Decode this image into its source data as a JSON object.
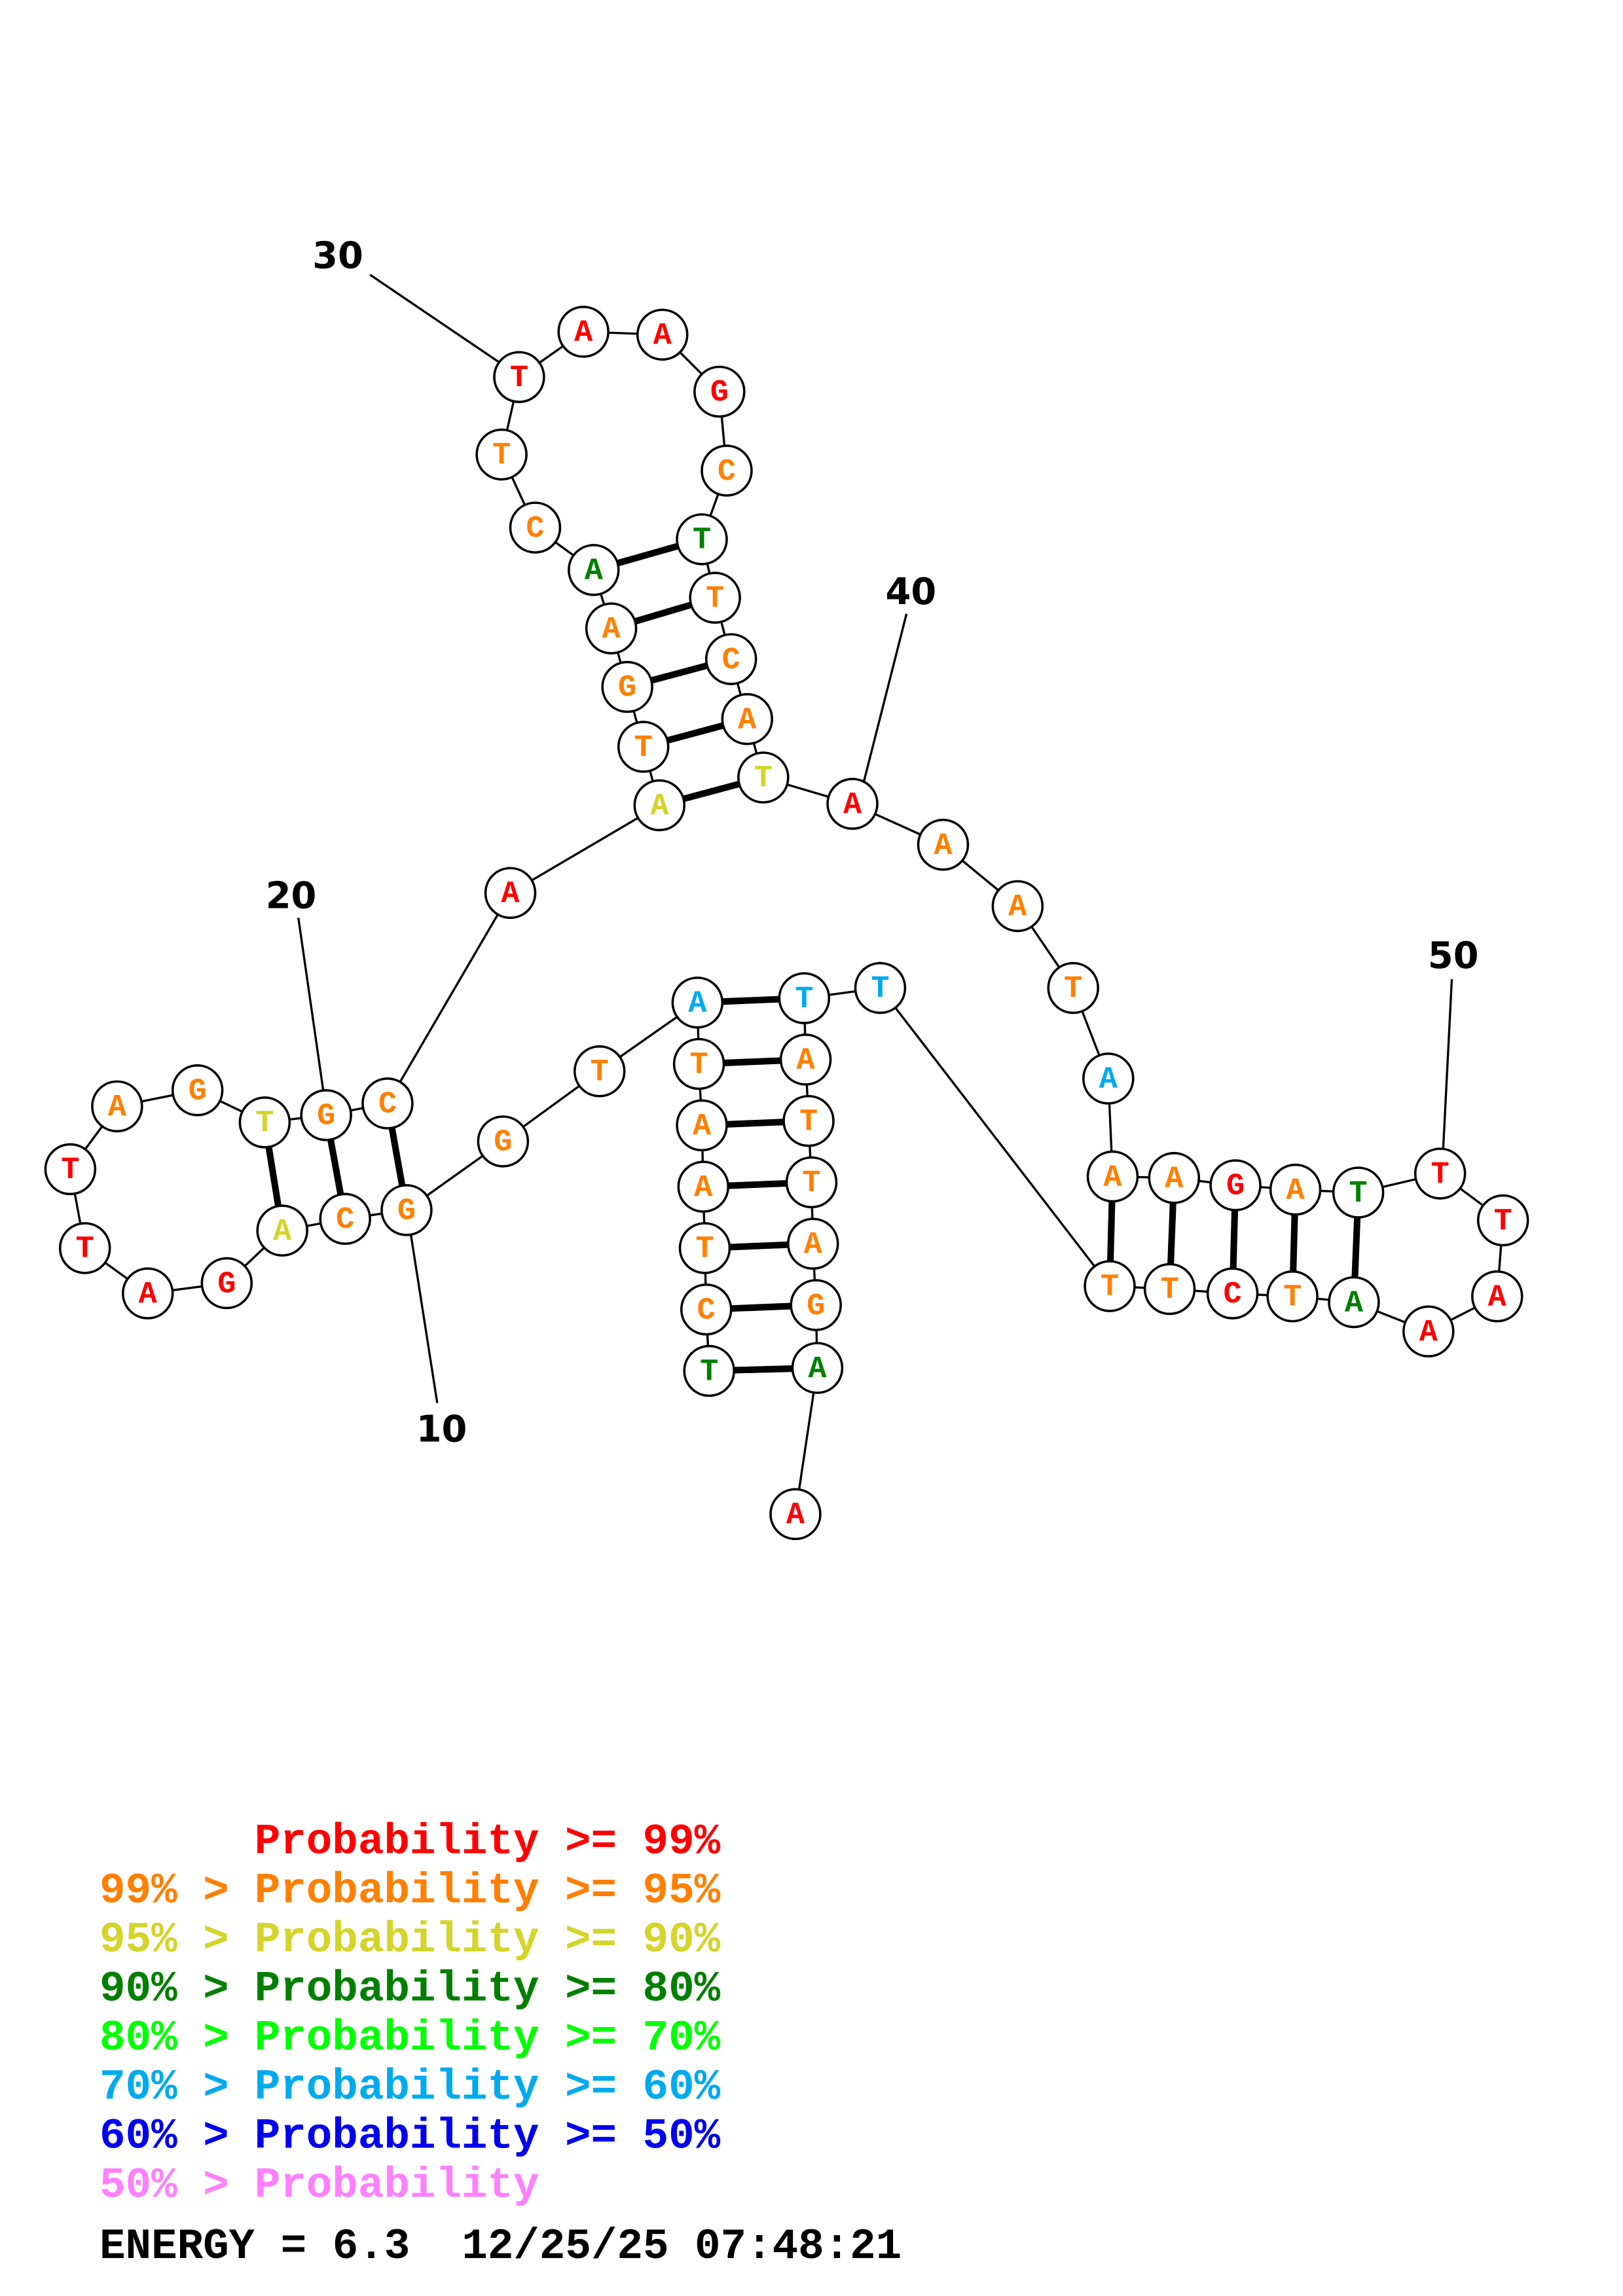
{
  "structure": {
    "sequence": [
      "T",
      "C",
      "T",
      "A",
      "A",
      "T",
      "A",
      "T",
      "G",
      "G",
      "C",
      "A",
      "G",
      "A",
      "T",
      "T",
      "A",
      "G",
      "T",
      "G",
      "C",
      "A",
      "A",
      "T",
      "G",
      "A",
      "A",
      "C",
      "T",
      "T",
      "A",
      "A",
      "G",
      "C",
      "T",
      "T",
      "C",
      "A",
      "T",
      "A",
      "A",
      "A",
      "T",
      "A",
      "A",
      "A",
      "G",
      "A",
      "T",
      "T",
      "T",
      "A",
      "A",
      "A",
      "T",
      "C",
      "T",
      "T",
      "T",
      "T",
      "A",
      "T",
      "T",
      "A",
      "G",
      "A",
      "A"
    ],
    "probability_class": [
      3,
      1,
      1,
      1,
      1,
      1,
      5,
      1,
      1,
      1,
      1,
      2,
      0,
      0,
      0,
      0,
      1,
      1,
      2,
      1,
      1,
      0,
      2,
      1,
      1,
      1,
      3,
      1,
      1,
      0,
      0,
      0,
      0,
      1,
      3,
      1,
      1,
      1,
      2,
      0,
      1,
      1,
      1,
      5,
      1,
      1,
      0,
      1,
      3,
      0,
      0,
      0,
      0,
      3,
      1,
      0,
      1,
      1,
      5,
      5,
      1,
      1,
      1,
      1,
      1,
      3,
      0
    ],
    "pairs": [
      [
        1,
        66
      ],
      [
        2,
        65
      ],
      [
        3,
        64
      ],
      [
        4,
        63
      ],
      [
        5,
        62
      ],
      [
        6,
        61
      ],
      [
        7,
        60
      ],
      [
        10,
        21
      ],
      [
        11,
        20
      ],
      [
        12,
        19
      ],
      [
        23,
        39
      ],
      [
        24,
        38
      ],
      [
        25,
        37
      ],
      [
        26,
        36
      ],
      [
        27,
        35
      ],
      [
        45,
        58
      ],
      [
        46,
        57
      ],
      [
        47,
        56
      ],
      [
        48,
        55
      ],
      [
        49,
        54
      ]
    ],
    "position_labels": [
      "10",
      "20",
      "30",
      "40",
      "50"
    ]
  },
  "legend": {
    "colors": [
      "#ff0000",
      "#ff8000",
      "#d4d42a",
      "#007f00",
      "#00ff00",
      "#00aaee",
      "#0000ee",
      "#ff80ff"
    ],
    "lines": [
      {
        "prefix": "    ",
        "text": "Probability >= 99%"
      },
      {
        "prefix": "99% > ",
        "text": "Probability >= 95%"
      },
      {
        "prefix": "95% > ",
        "text": "Probability >= 90%"
      },
      {
        "prefix": "90% > ",
        "text": "Probability >= 80%"
      },
      {
        "prefix": "80% > ",
        "text": "Probability >= 70%"
      },
      {
        "prefix": "70% > ",
        "text": "Probability >= 60%"
      },
      {
        "prefix": "60% > ",
        "text": "Probability >= 50%"
      },
      {
        "prefix": "50% > ",
        "text": "Probability"
      }
    ],
    "energy_line": "ENERGY = 6.3  12/25/25 07:48:21"
  }
}
